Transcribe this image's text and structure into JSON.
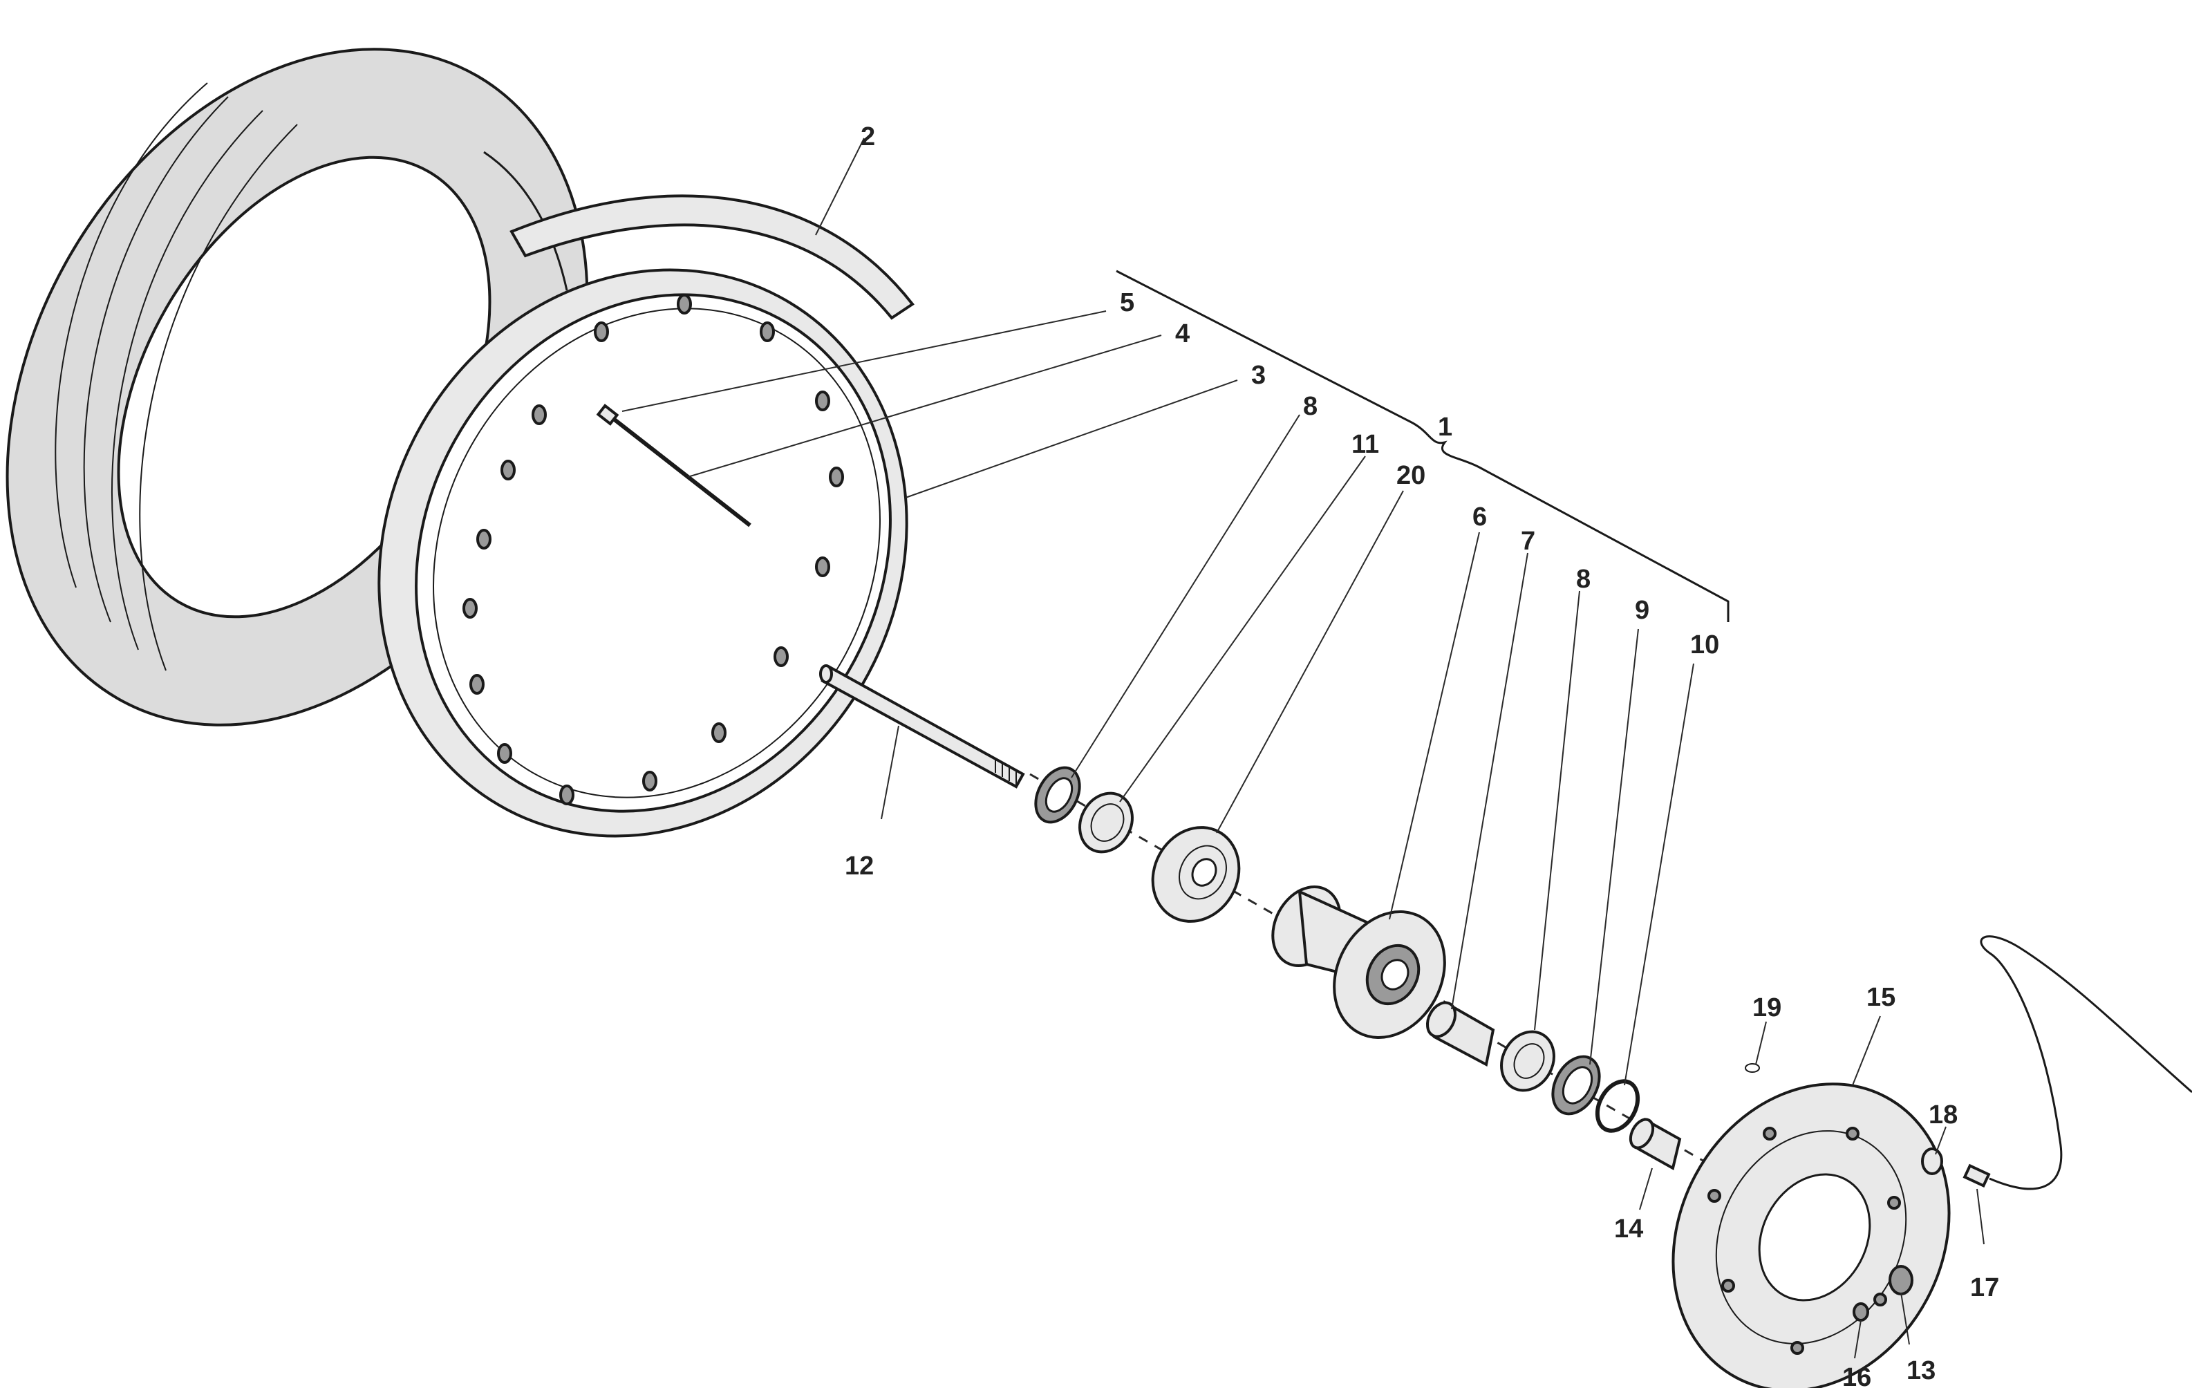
{
  "callouts": {
    "c1": "1",
    "c2": "2",
    "c3": "3",
    "c4": "4",
    "c5": "5",
    "c6": "6",
    "c7": "7",
    "c8a": "8",
    "c8b": "8",
    "c9": "9",
    "c10": "10",
    "c11": "11",
    "c12": "12",
    "c13": "13",
    "c14": "14",
    "c15": "15",
    "c16": "16",
    "c17": "17",
    "c18": "18",
    "c19": "19",
    "c20": "20"
  },
  "colors": {
    "line": "#1a1a1a",
    "fill": "#dcdcdc",
    "text": "#222222",
    "background": "#ffffff"
  }
}
